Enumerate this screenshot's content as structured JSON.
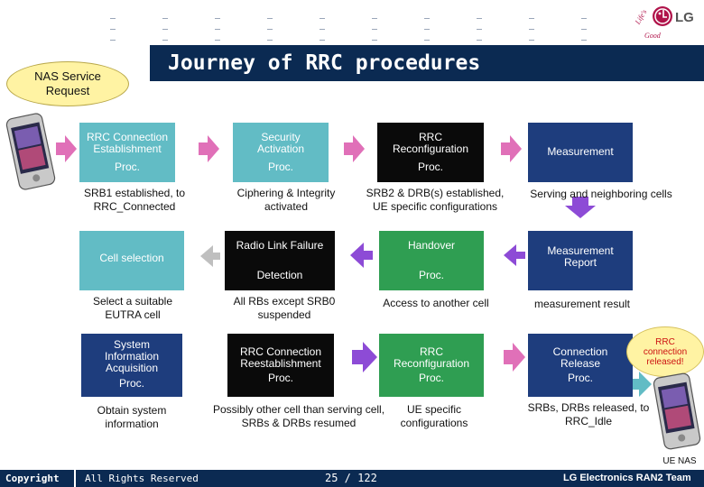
{
  "header": {
    "title": "Journey of RRC procedures",
    "brand": "LG",
    "tagline": "Life's Good"
  },
  "nas_service_request": "NAS Service Request",
  "row1": {
    "boxes": [
      {
        "label": "RRC Connection Establishment",
        "proc": "Proc."
      },
      {
        "label": "Security Activation",
        "proc": "Proc."
      },
      {
        "label": "RRC Reconfiguration",
        "proc": "Proc."
      },
      {
        "label": "Measurement",
        "proc": ""
      }
    ],
    "notes": [
      "SRB1 established, to RRC_Connected",
      "Ciphering & Integrity activated",
      "SRB2 & DRB(s) established, UE specific configurations",
      "Serving and neighboring cells"
    ]
  },
  "row2": {
    "boxes": [
      {
        "label": "Cell selection",
        "proc": ""
      },
      {
        "label": "Radio Link Failure",
        "proc": "Detection"
      },
      {
        "label": "Handover",
        "proc": "Proc."
      },
      {
        "label": "Measurement Report",
        "proc": ""
      }
    ],
    "notes": [
      "Select a suitable EUTRA cell",
      "All RBs except SRB0 suspended",
      "Access to another cell",
      "measurement result"
    ]
  },
  "row3": {
    "boxes": [
      {
        "label": "System Information Acquisition",
        "proc": "Proc."
      },
      {
        "label": "RRC Connection Reestablishment",
        "proc": "Proc."
      },
      {
        "label": "RRC Reconfiguration",
        "proc": "Proc."
      },
      {
        "label": "Connection Release",
        "proc": "Proc."
      }
    ],
    "notes": [
      "Obtain system information",
      "Possibly other cell than serving cell, SRBs & DRBs resumed",
      "UE specific configurations",
      "SRBs, DRBs released, to RRC_Idle"
    ]
  },
  "rrc_released": "RRC connection released!",
  "ue_nas": "UE NAS",
  "footer": {
    "copyright": "Copyright",
    "rights": "All Rights Reserved",
    "page": "25 / 122",
    "team": "LG Electronics RAN2 Team"
  },
  "colors": {
    "teal": "#62bcc5",
    "black": "#0a0a0a",
    "green": "#2f9e52",
    "navy": "#1e3d7d",
    "arrow_pink": "#e070b8",
    "arrow_purple": "#8d4bd6",
    "arrow_gray": "#bfbfbf",
    "title_bar": "#0b2a52"
  }
}
